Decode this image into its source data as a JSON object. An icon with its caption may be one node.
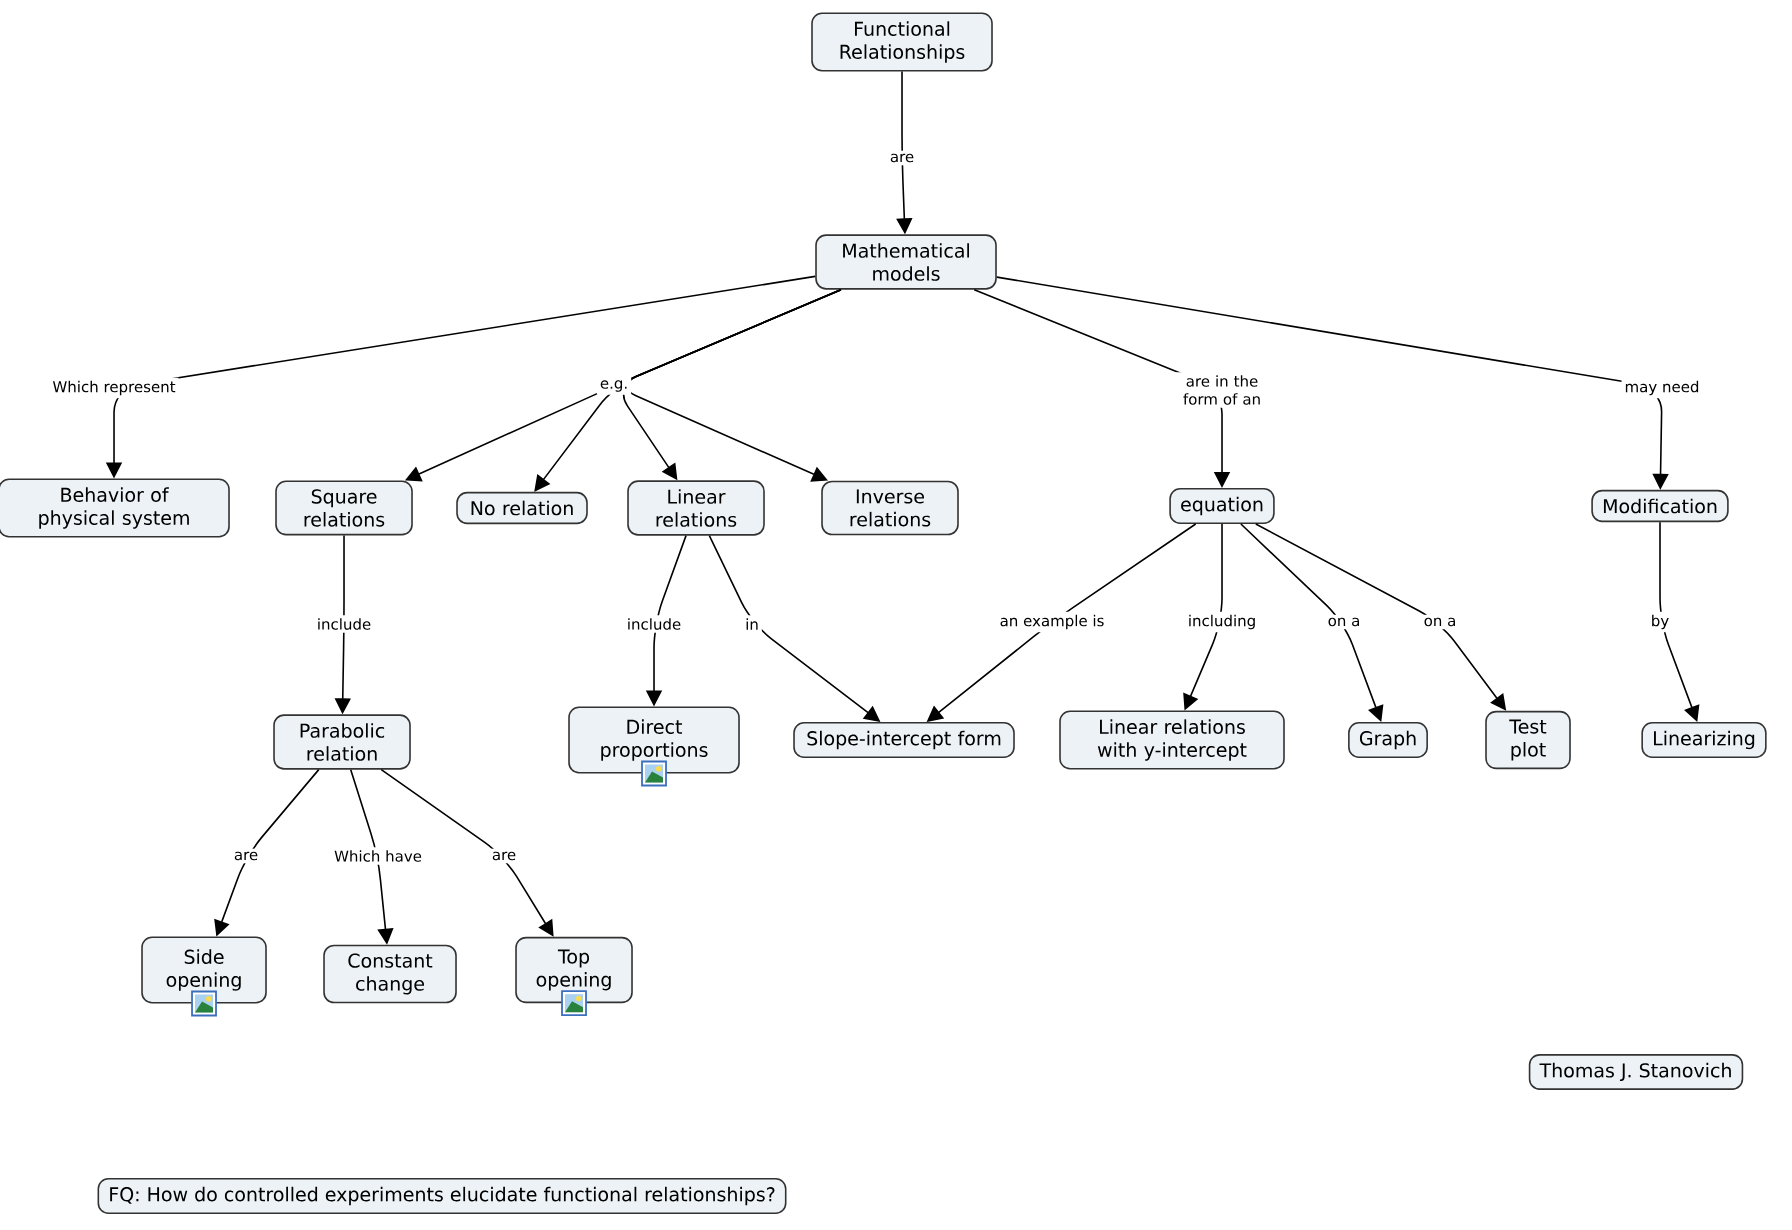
{
  "diagram": {
    "nodes": [
      {
        "text": [
          "Functional Relationships"
        ]
      },
      {
        "text": [
          "Mathematical models"
        ]
      },
      {
        "text": [
          "Behavior of physical system"
        ]
      },
      {
        "text": [
          "Square relations"
        ]
      },
      {
        "text": [
          "No relation"
        ]
      },
      {
        "text": [
          "Linear relations"
        ]
      },
      {
        "text": [
          "Inverse relations"
        ]
      },
      {
        "text": [
          "equation"
        ]
      },
      {
        "text": [
          "Modification"
        ]
      },
      {
        "text": [
          "Parabolic relation"
        ]
      },
      {
        "text": [
          "Direct proportions"
        ]
      },
      {
        "text": [
          "Slope-intercept form"
        ]
      },
      {
        "text": [
          "Linear relations with y-intercept"
        ]
      },
      {
        "text": [
          "Graph"
        ]
      },
      {
        "text": [
          "Test plot"
        ]
      },
      {
        "text": [
          "Linearizing"
        ]
      },
      {
        "text": [
          "Side opening"
        ]
      },
      {
        "text": [
          "Constant change"
        ]
      },
      {
        "text": [
          "Top opening"
        ]
      },
      {
        "text": [
          "Thomas J. Stanovich"
        ]
      },
      {
        "text": [
          "FQ: How do controlled experiments elucidate functional relationships?"
        ]
      }
    ],
    "edges": [
      {
        "from": 0,
        "to": 1,
        "arrow": "to",
        "label": "are"
      },
      {
        "from": 1,
        "to": 2,
        "arrow": "to",
        "label": "Which represent"
      },
      {
        "from": 1,
        "to": 3,
        "arrow": "to",
        "label": "e.g."
      },
      {
        "from": 1,
        "to": 4,
        "arrow": "to"
      },
      {
        "from": 1,
        "to": 5,
        "arrow": "to"
      },
      {
        "from": 1,
        "to": 6,
        "arrow": "to"
      },
      {
        "from": 1,
        "to": 7,
        "arrow": "to",
        "label": "are in the form of an"
      },
      {
        "from": 1,
        "to": 8,
        "arrow": "to",
        "label": "may need"
      },
      {
        "from": 3,
        "to": 9,
        "arrow": "to",
        "label": "include"
      },
      {
        "from": 5,
        "to": 10,
        "arrow": "to",
        "label": "include"
      },
      {
        "from": 5,
        "to": 11,
        "arrow": "to",
        "label": "in"
      },
      {
        "from": 7,
        "to": 11,
        "arrow": "to",
        "label": "an example is"
      },
      {
        "from": 7,
        "to": 12,
        "arrow": "to",
        "label": "including"
      },
      {
        "from": 7,
        "to": 13,
        "arrow": "to",
        "label": "on a"
      },
      {
        "from": 7,
        "to": 14,
        "arrow": "to",
        "label": "on a"
      },
      {
        "from": 8,
        "to": 15,
        "arrow": "to",
        "label": "by"
      },
      {
        "from": 9,
        "to": 16,
        "arrow": "to",
        "label": "are"
      },
      {
        "from": 9,
        "to": 17,
        "arrow": "to",
        "label": "Which have"
      },
      {
        "from": 9,
        "to": 18,
        "arrow": "to",
        "label": "are"
      }
    ]
  }
}
